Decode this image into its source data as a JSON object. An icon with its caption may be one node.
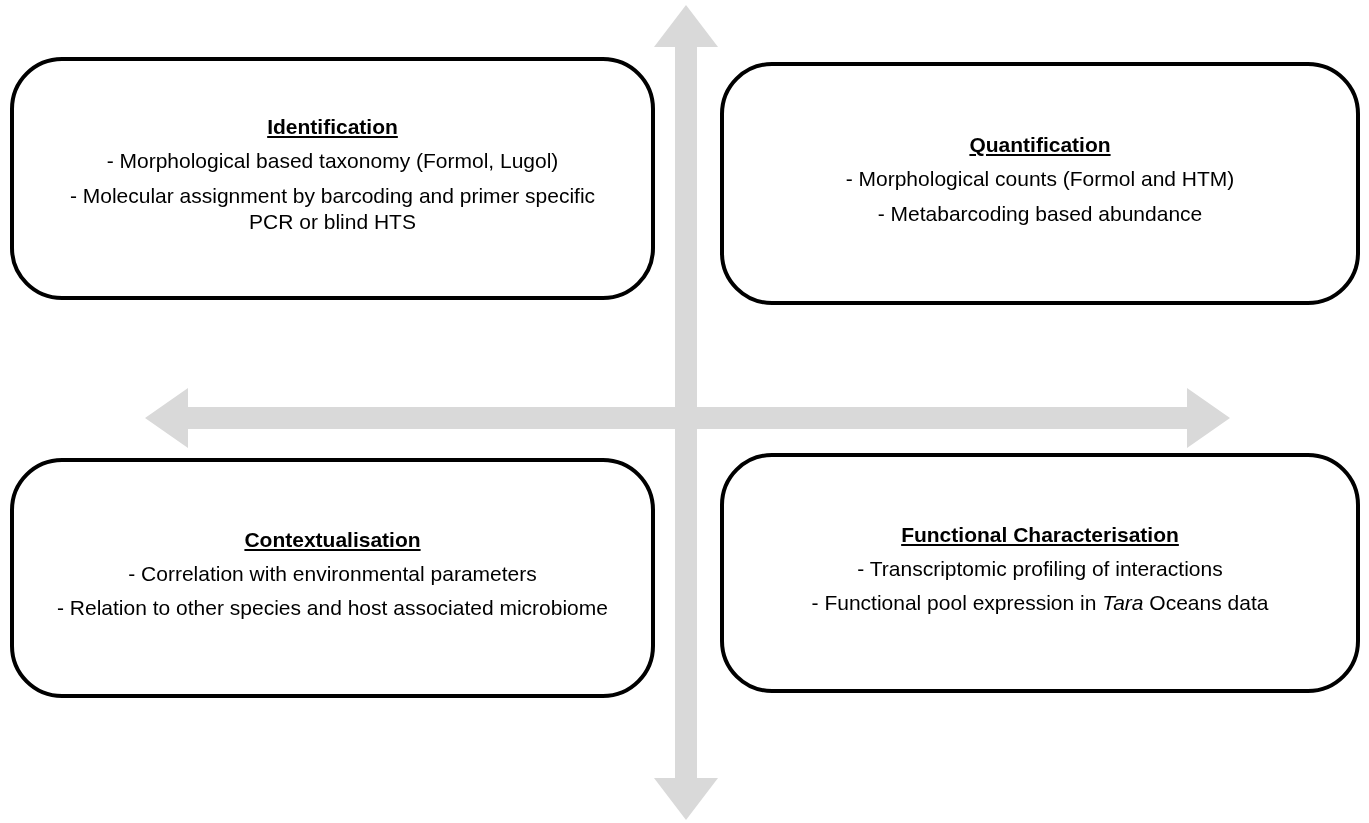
{
  "diagram": {
    "nodes": [
      {
        "text": [
          "Identification",
          "- Morphological based taxonomy (Formol, Lugol)",
          "- Molecular assignment by barcoding and primer specific PCR or blind HTS"
        ]
      },
      {
        "text": [
          "Quantification",
          "- Morphological counts (Formol and HTM)",
          "- Metabarcoding based abundance"
        ]
      },
      {
        "text": [
          "Contextualisation",
          "- Correlation with environmental parameters",
          "- Relation to other species and host associated microbiome"
        ]
      },
      {
        "text": [
          "Functional Characterisation",
          "- Transcriptomic profiling of interactions",
          "- Functional pool expression in *Tara* Oceans data"
        ]
      }
    ]
  }
}
